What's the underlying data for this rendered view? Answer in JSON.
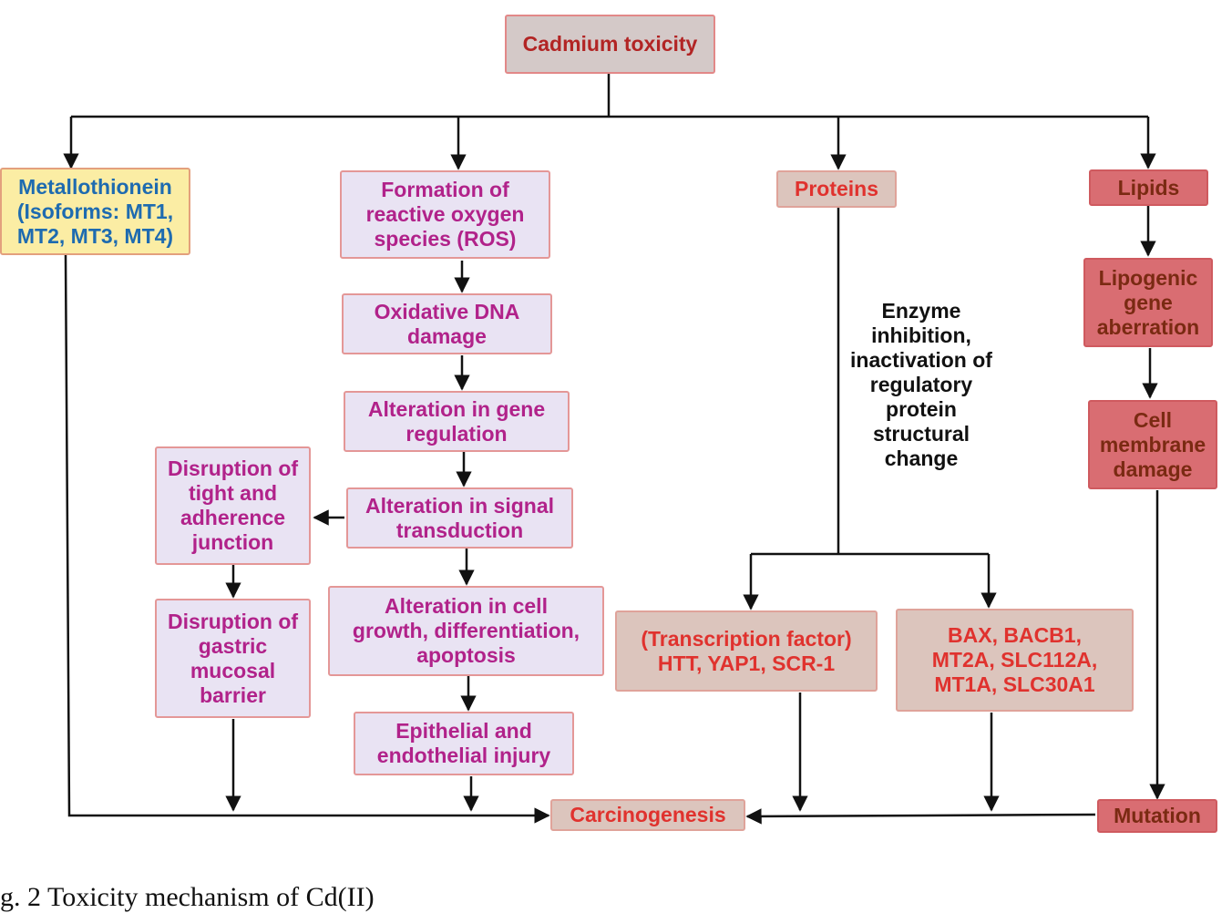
{
  "nodes": {
    "root": "Cadmium toxicity",
    "metallothionein": "Metallothionein\n(Isoforms: MT1,\nMT2, MT3, MT4)",
    "ros": "Formation of\nreactive oxygen\nspecies (ROS)",
    "dna": "Oxidative DNA\ndamage",
    "gene": "Alteration in gene\nregulation",
    "signal": "Alteration in signal\ntransduction",
    "cell_growth": "Alteration in cell\ngrowth, differentiation,\napoptosis",
    "epithelial": "Epithelial and\nendothelial injury",
    "tight_junction": "Disruption of\ntight and\nadherence\njunction",
    "gastric": "Disruption of\ngastric\nmucosal\nbarrier",
    "proteins": "Proteins",
    "enzyme_text": "Enzyme\ninhibition,\ninactivation of\nregulatory\nprotein\nstructural\nchange",
    "transcription": "(Transcription factor)\nHTT, YAP1, SCR-1",
    "bax": "BAX, BACB1,\nMT2A, SLC112A,\nMT1A, SLC30A1",
    "lipids": "Lipids",
    "lipogenic": "Lipogenic\ngene\naberration",
    "membrane": "Cell\nmembrane\ndamage",
    "mutation": "Mutation",
    "carcinogenesis": "Carcinogenesis"
  },
  "caption": "g. 2  Toxicity mechanism of Cd(II)",
  "colors": {
    "pink_box": "#e9e3f3",
    "pink_text": "#b1228a",
    "tan_box": "#dcc5bd",
    "red_text": "#e0322e",
    "rose_box": "#d96d72",
    "yellow_box": "#fbeda4",
    "blue_text": "#1e6bb0",
    "line": "#111111"
  }
}
